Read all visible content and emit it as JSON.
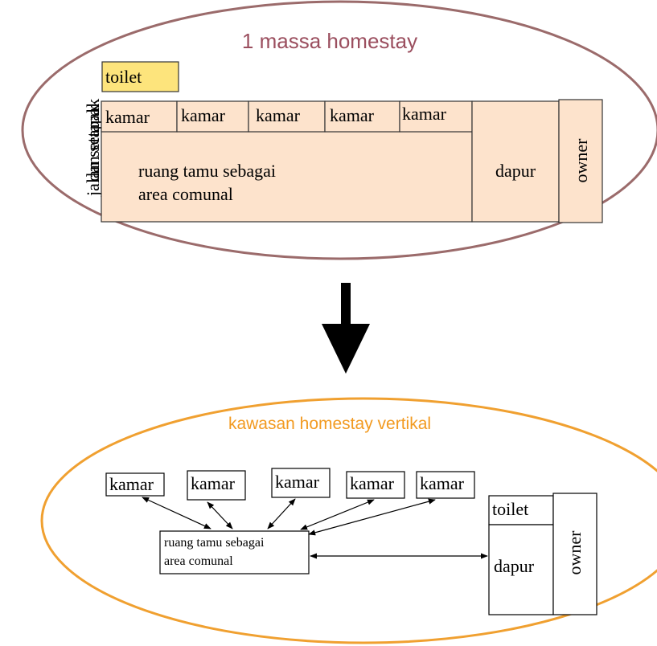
{
  "top_diagram": {
    "title": "1 massa homestay",
    "side_label_1": "jalan setapak",
    "side_label_2": "dan setapak",
    "toilet": "toilet",
    "rooms": [
      "kamar",
      "kamar",
      "kamar",
      "kamar",
      "kamar"
    ],
    "lounge_line1": "ruang tamu sebagai",
    "lounge_line2": "area comunal",
    "kitchen": "dapur",
    "owner": "owner"
  },
  "bottom_diagram": {
    "title": "kawasan homestay vertikal",
    "rooms": [
      "kamar",
      "kamar",
      "kamar",
      "kamar",
      "kamar"
    ],
    "lounge_line1": "ruang tamu sebagai",
    "lounge_line2": "area comunal",
    "toilet": "toilet",
    "kitchen": "dapur",
    "owner": "owner"
  },
  "colors": {
    "top_ellipse": "#9b6b6b",
    "top_title": "#9b4f5f",
    "bottom_ellipse": "#f0a030",
    "bottom_title": "#f29a20",
    "room_fill": "#fde3cc",
    "toilet_fill": "#fde47c",
    "arrow": "#000000"
  }
}
